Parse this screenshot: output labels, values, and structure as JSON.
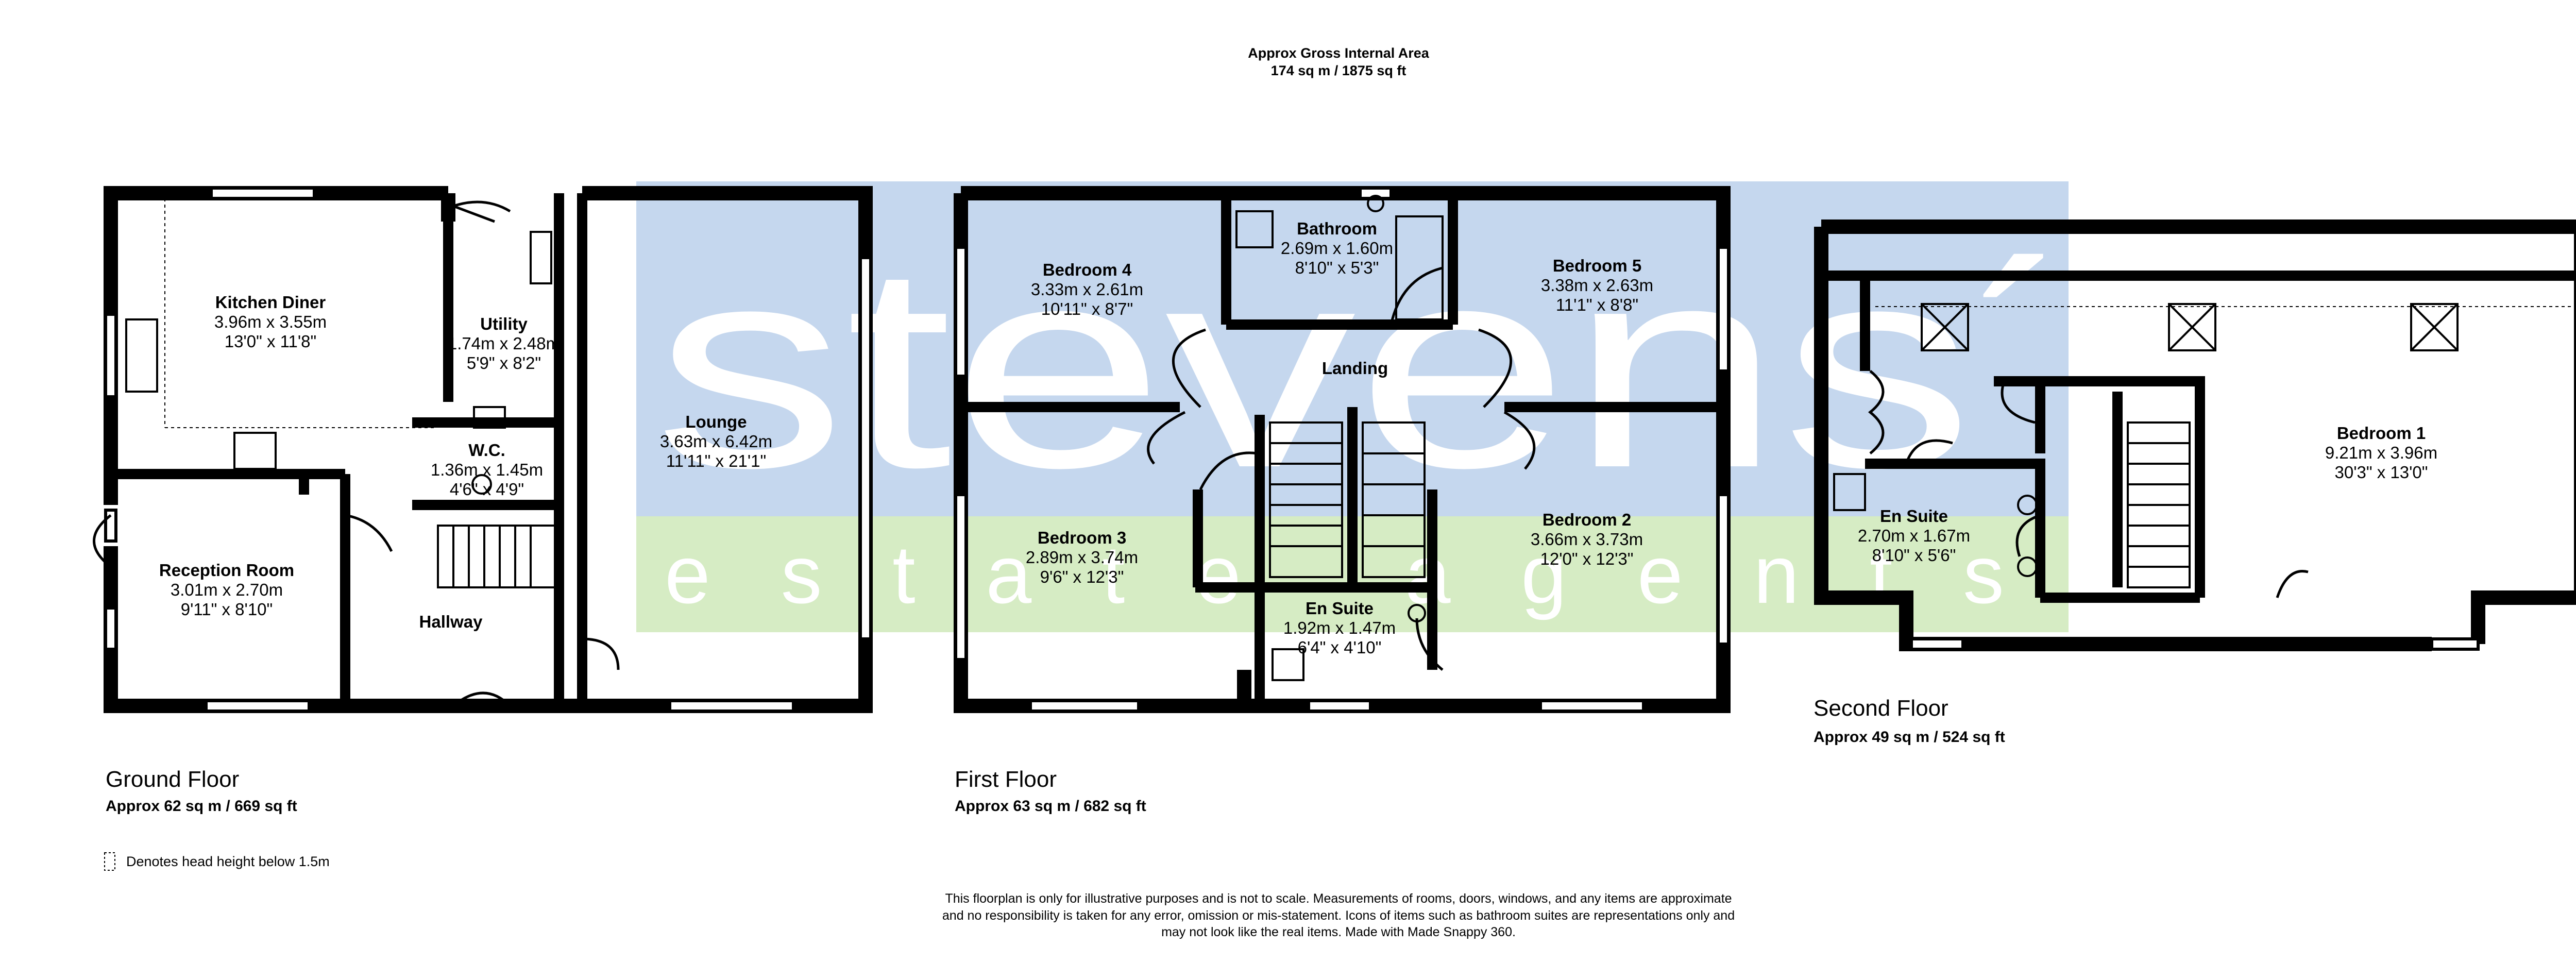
{
  "gross_area": {
    "title": "Approx Gross Internal Area",
    "value": "174 sq m / 1875 sq ft"
  },
  "watermark": {
    "brand": "stevens",
    "accent": "´",
    "tagline": "estate agents",
    "colors": {
      "blue": "#c5d7ee",
      "green": "#d6ecc4"
    }
  },
  "floors": [
    {
      "label": "Ground Floor",
      "area": "Approx 62 sq m / 669 sq ft",
      "rooms": [
        {
          "name": "Kitchen Diner",
          "metric": "3.96m x 3.55m",
          "imperial": "13'0\" x 11'8\""
        },
        {
          "name": "Utility",
          "metric": "1.74m x 2.48m",
          "imperial": "5'9\" x 8'2\""
        },
        {
          "name": "W.C.",
          "metric": "1.36m x 1.45m",
          "imperial": "4'6\" x 4'9\""
        },
        {
          "name": "Lounge",
          "metric": "3.63m x 6.42m",
          "imperial": "11'11\" x 21'1\""
        },
        {
          "name": "Reception Room",
          "metric": "3.01m x 2.70m",
          "imperial": "9'11\" x 8'10\""
        },
        {
          "name": "Hallway"
        }
      ]
    },
    {
      "label": "First Floor",
      "area": "Approx 63 sq m / 682 sq ft",
      "rooms": [
        {
          "name": "Bedroom 4",
          "metric": "3.33m x 2.61m",
          "imperial": "10'11\" x 8'7\""
        },
        {
          "name": "Bathroom",
          "metric": "2.69m x 1.60m",
          "imperial": "8'10\" x 5'3\""
        },
        {
          "name": "Bedroom 5",
          "metric": "3.38m x 2.63m",
          "imperial": "11'1\" x 8'8\""
        },
        {
          "name": "Landing"
        },
        {
          "name": "Bedroom 3",
          "metric": "2.89m x 3.74m",
          "imperial": "9'6\" x 12'3\""
        },
        {
          "name": "Bedroom 2",
          "metric": "3.66m x 3.73m",
          "imperial": "12'0\" x 12'3\""
        },
        {
          "name": "En Suite",
          "metric": "1.92m x 1.47m",
          "imperial": "6'4\" x 4'10\""
        }
      ]
    },
    {
      "label": "Second Floor",
      "area": "Approx 49 sq m / 524 sq ft",
      "rooms": [
        {
          "name": "Bedroom 1",
          "metric": "9.21m x 3.96m",
          "imperial": "30'3\" x 13'0\""
        },
        {
          "name": "En Suite",
          "metric": "2.70m x 1.67m",
          "imperial": "8'10\" x 5'6\""
        }
      ]
    }
  ],
  "legend": {
    "text": "Denotes head height below 1.5m"
  },
  "disclaimer": {
    "lines": [
      "This floorplan is only for illustrative purposes and is not to scale. Measurements of rooms, doors, windows, and any items are approximate",
      "and no responsibility is taken for any error, omission or mis-statement. Icons of items such as bathroom suites are representations only and",
      "may not look like the real items. Made with Made Snappy 360."
    ]
  },
  "colors": {
    "wall": "#000000",
    "background": "#ffffff"
  }
}
